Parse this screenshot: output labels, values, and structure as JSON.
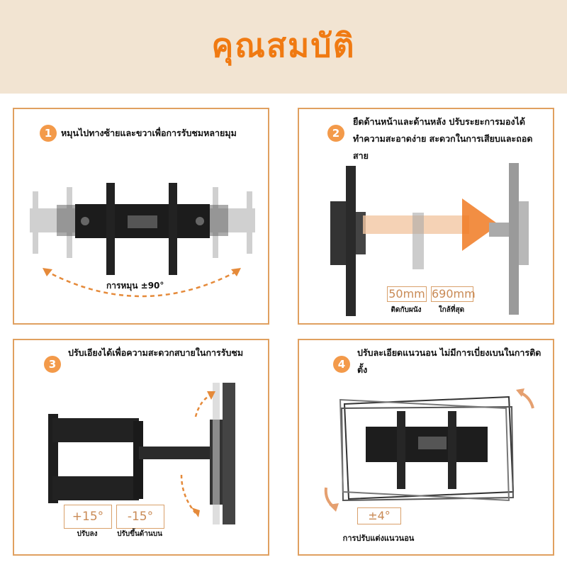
{
  "header": {
    "title": "คุณสมบัติ"
  },
  "features": [
    {
      "number": "1",
      "caption": "หมุนไปทางซ้ายและขวาเพื่อการรับชมหลายมุม",
      "rotation_label": "การหมุน ±90°"
    },
    {
      "number": "2",
      "caption": "ยืดด้านหน้าและด้านหลัง ปรับระยะการมองได้ ทำความสะอาดง่าย สะดวกในการเสียบและถอดสาย",
      "min_value": "50mm",
      "min_label": "ติดกับผนัง",
      "max_value": "690mm",
      "max_label": "ใกล้ที่สุด"
    },
    {
      "number": "3",
      "caption": "ปรับเอียงได้เพื่อความสะดวกสบายในการรับชม",
      "tilt_down_value": "+15°",
      "tilt_down_label": "ปรับลง",
      "tilt_up_value": "-15°",
      "tilt_up_label": "ปรับขึ้นด้านบน"
    },
    {
      "number": "4",
      "caption": "ปรับละเอียดแนวนอน ไม่มีการเบี่ยงเบนในการติดตั้ง",
      "level_value": "±4°",
      "level_label": "การปรับแต่งแนวนอน"
    }
  ]
}
